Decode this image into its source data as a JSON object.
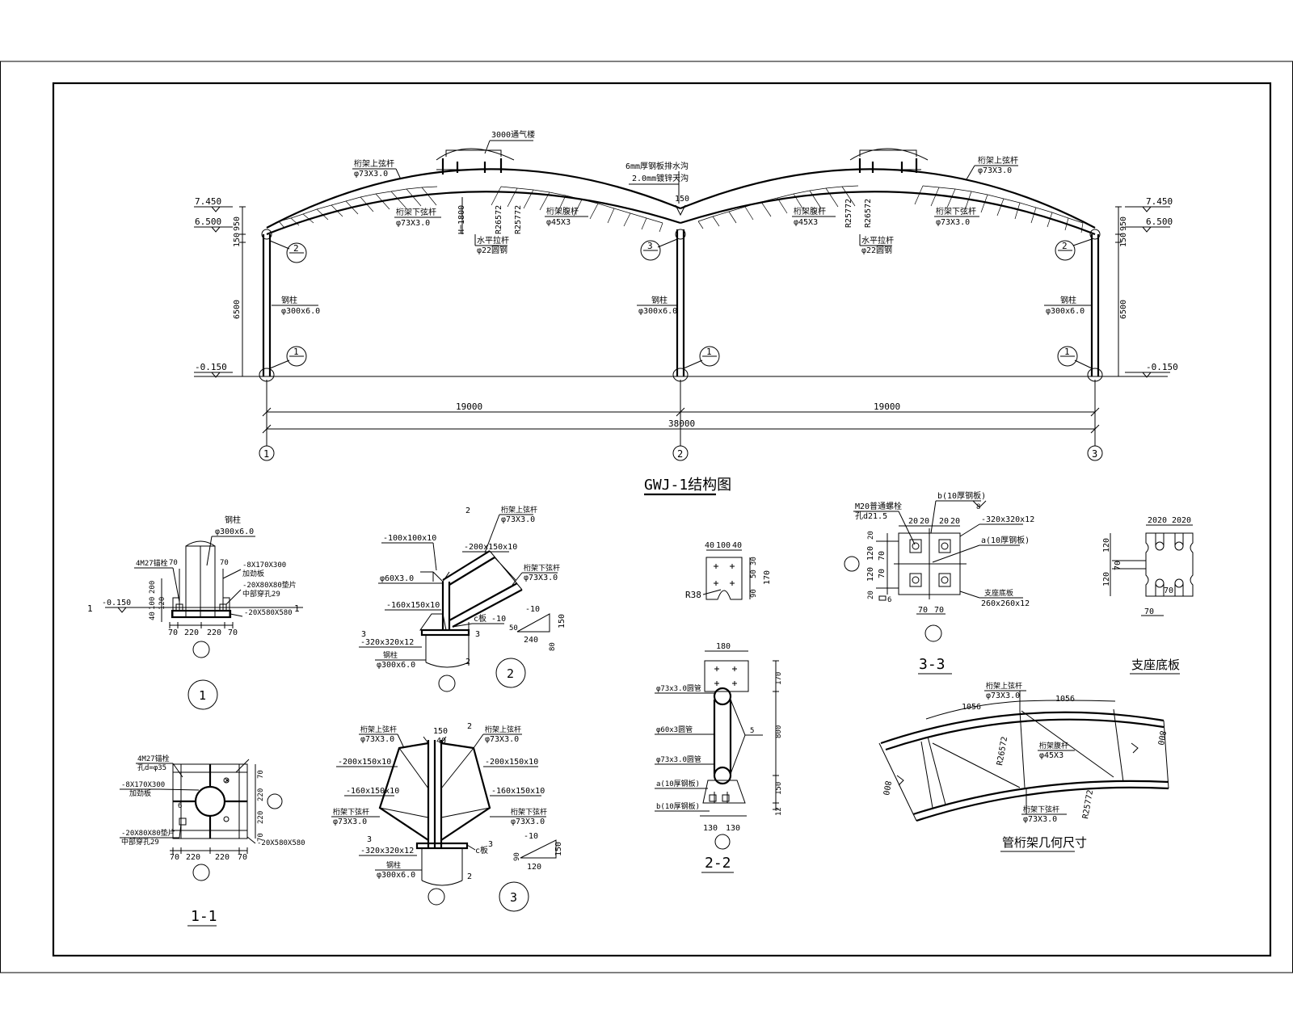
{
  "main": {
    "title": "GWJ-1结构图",
    "elev": {
      "top": "7.450",
      "eave": "6.500",
      "base": "-0.150"
    },
    "dims": {
      "d950": "950",
      "d150": "150",
      "d6500": "6500",
      "span": "19000",
      "total": "38000",
      "d150c": "150"
    },
    "axes": [
      "1",
      "2",
      "3"
    ],
    "labels": {
      "skylight": "3000通气楼",
      "top_chord": "桁架上弦杆",
      "top_chord_size": "φ73X3.0",
      "bot_chord": "桁架下弦杆",
      "bot_chord_size": "φ73X3.0",
      "web": "桁架腹杆",
      "web_size": "φ45X3",
      "web_size_b": "φ45X3",
      "h": "H=1800",
      "r1": "R26572",
      "r2": "R25772",
      "tie": "水平拉杆",
      "tie_size": "φ22圆钢",
      "gutter1": "6mm厚钢板排水沟",
      "gutter2": "2.0mm镀锌天沟",
      "col": "钢柱",
      "col_size": "φ300x6.0"
    },
    "callouts": [
      "1",
      "2",
      "3"
    ]
  },
  "d1": {
    "col": "钢柱",
    "col_size": "φ300x6.0",
    "bolt": "4M27锚栓",
    "stiff": "-8X170X300",
    "stiff2": "加劲板",
    "pad": "-20X80X80垫片",
    "pad2": "中部穿孔29",
    "base": "-20X580X580",
    "elev": "-0.150",
    "sec": "1",
    "d70a": "70",
    "d70b": "70",
    "d40": "40",
    "d100": "100",
    "d200": "200",
    "d120": "120",
    "dims": [
      "70",
      "220",
      "220",
      "70"
    ],
    "id": "1"
  },
  "d11": {
    "bolt": "4M27锚栓",
    "bolt2": "孔d=φ35",
    "stiff": "-8X170X300",
    "stiff2": "加劲板",
    "pad": "-20X80X80垫片",
    "pad2": "中部穿孔29",
    "base": "-20X580X580",
    "weld": "6",
    "dims": [
      "70",
      "220",
      "220",
      "70"
    ],
    "vdims": [
      "70",
      "220",
      "220",
      "70"
    ],
    "id": "1-1"
  },
  "d2": {
    "sec": "2",
    "top": "桁架上弦杆",
    "top_size": "φ73X3.0",
    "pl1": "-100x100x10",
    "pl2": "-200x150x10",
    "bot": "桁架下弦杆",
    "bot_size": "φ73X3.0",
    "tube": "φ60X3.0",
    "pl3": "-160x150x10",
    "plc": "c板 -10",
    "pl4": "-320x320x12",
    "col": "钢柱",
    "col_size": "φ300x6.0",
    "sec3": "3",
    "gus": "-10",
    "d50": "50",
    "d240": "240",
    "d80": "80",
    "d150": "150",
    "id": "2"
  },
  "d3": {
    "sec": "2",
    "d150": "150",
    "d40": "40",
    "top": "桁架上弦杆",
    "top_size": "φ73X3.0",
    "pl1": "-200x150x10",
    "pl3": "-160x150x10",
    "bot": "桁架下弦杆",
    "bot_size": "φ73X3.0",
    "pl4": "-320x320x12",
    "sec3": "3",
    "plc": "c板",
    "col": "钢柱",
    "col_size": "φ300x6.0",
    "gus": "-10",
    "d90": "90",
    "d120": "120",
    "d150b": "150",
    "id": "3"
  },
  "plate": {
    "dims": [
      "40",
      "100",
      "40"
    ],
    "r": "R38",
    "vdims": [
      "90",
      "50",
      "30",
      "170"
    ]
  },
  "d22": {
    "w": "180",
    "tube1": "φ73x3.0圆管",
    "tube2": "φ60x3圆管",
    "tube3": "φ73x3.0圆管",
    "pa": "a(10厚钢板)",
    "pb": "b(10厚钢板)",
    "weld": "5",
    "vdims": [
      "170",
      "800",
      "150",
      "12"
    ],
    "bdims": [
      "130",
      "130"
    ],
    "id": "2-2"
  },
  "d33": {
    "bolt": "M20普通螺栓",
    "hole": "孔d21.5",
    "pb": "b(10厚钢板)",
    "pl": "-320x320x12",
    "pa": "a(10厚钢板)",
    "seat": "支座底板",
    "seat_size": "260x260x12",
    "weld": "6",
    "weld2": "8",
    "tdims": [
      "20",
      "20",
      "20",
      "20"
    ],
    "vdims": [
      "20",
      "120",
      "70",
      "70",
      "120",
      "20"
    ],
    "bdims": [
      "70",
      "70"
    ],
    "id": "3-3"
  },
  "seat": {
    "tdims": [
      "20",
      "20",
      "20",
      "20"
    ],
    "vdims": [
      "120",
      "70",
      "120"
    ],
    "d70a": "70",
    "d70b": "70",
    "id": "支座底板"
  },
  "truss": {
    "top": "桁架上弦杆",
    "top_size": "φ73X3.0",
    "d1056a": "1056",
    "d1056b": "1056",
    "r1": "R26572",
    "web": "桁架腹杆",
    "web_size": "φ45X3",
    "bot": "桁架下弦杆",
    "bot_size": "φ73X3.0",
    "r2": "R25772",
    "h1": "800",
    "h2": "800",
    "id": "管桁架几何尺寸"
  }
}
